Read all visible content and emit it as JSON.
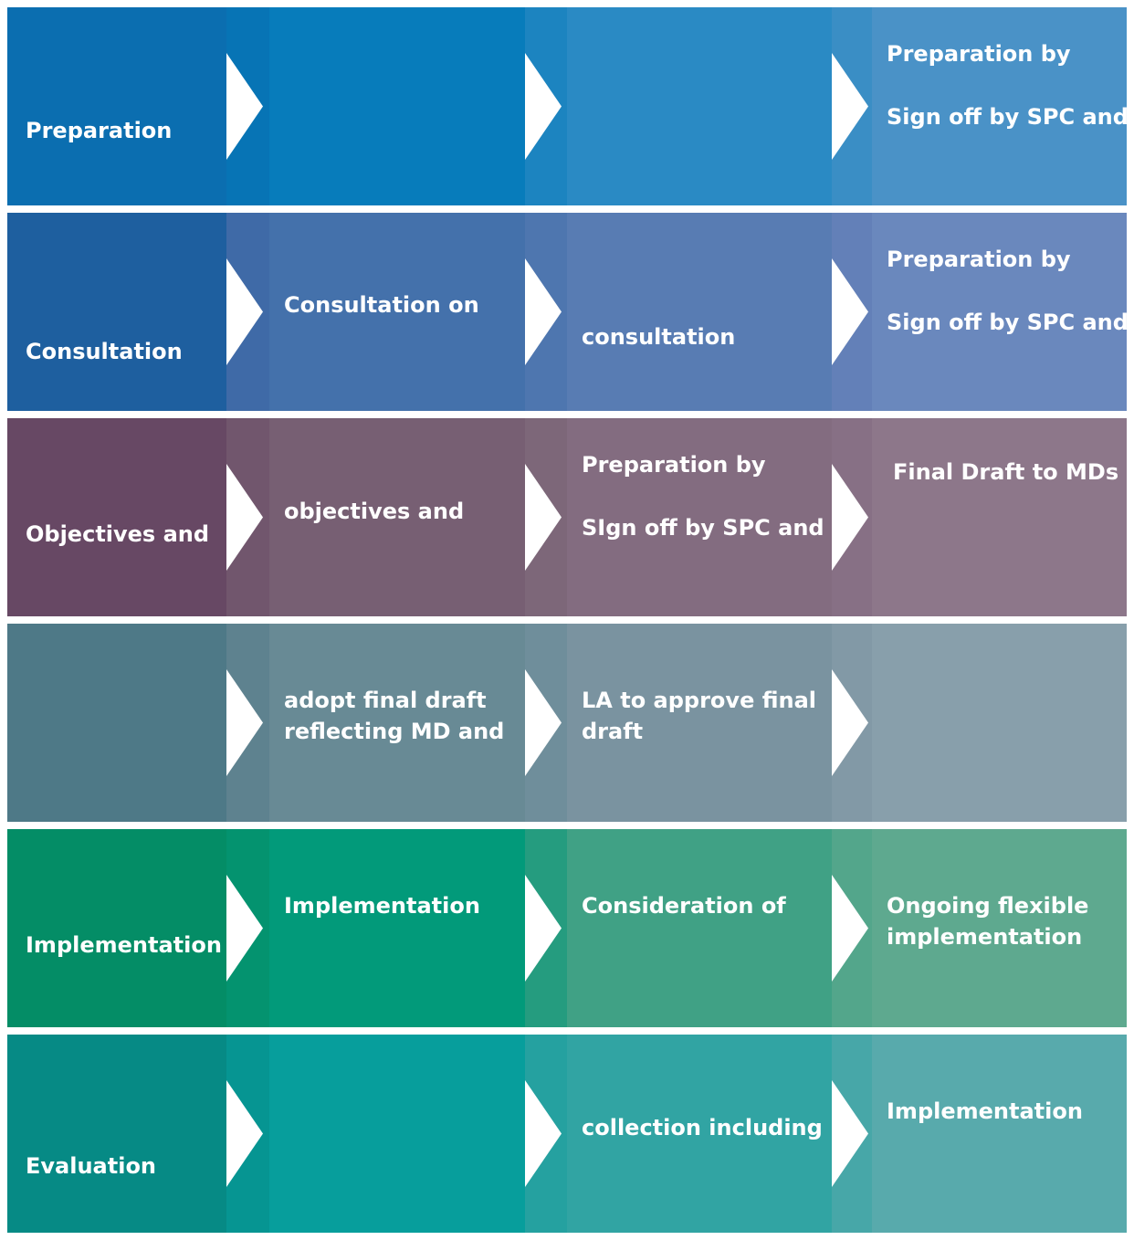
{
  "rows": [
    {
      "stage": "Preparation",
      "colors": [
        "#0b6eb0",
        "#077cbb",
        "#2a8ac4",
        "#4a92c7"
      ],
      "lanes": [
        "#0774b5",
        "#1c84c0",
        "#3a8ec5"
      ],
      "texts": {
        "c2": [],
        "c3": [],
        "c4": [
          "Preparation by",
          "Sign off by SPC and"
        ]
      }
    },
    {
      "stage": "Consultation",
      "colors": [
        "#1e5f9f",
        "#4471ab",
        "#587cb3",
        "#6a88bd"
      ],
      "lanes": [
        "#3f6aa7",
        "#4e76af",
        "#6380b8"
      ],
      "texts": {
        "c2": [
          "Consultation on"
        ],
        "c3": [
          "consultation"
        ],
        "c4": [
          "Preparation by",
          "Sign off by SPC and"
        ]
      }
    },
    {
      "stage": "Objectives and",
      "colors": [
        "#674864",
        "#775f73",
        "#836c80",
        "#8d778a"
      ],
      "lanes": [
        "#71566d",
        "#7d6779",
        "#877085"
      ],
      "texts": {
        "c2": [
          "objectives and"
        ],
        "c3": [
          "Preparation by",
          "SIgn off by SPC and"
        ],
        "c4": [
          "Final Draft to MDs"
        ]
      }
    },
    {
      "stage": "",
      "colors": [
        "#4e7987",
        "#688a95",
        "#7a93a0",
        "#889fab"
      ],
      "lanes": [
        "#5e828f",
        "#6f8e9b",
        "#8299a6"
      ],
      "texts": {
        "c2": [
          "adopt final draft",
          "reflecting MD and"
        ],
        "c3": [
          "LA to approve final",
          "draft"
        ],
        "c4": []
      }
    },
    {
      "stage": "Implementation",
      "colors": [
        "#048d66",
        "#029a7a",
        "#40a185",
        "#5ea98f"
      ],
      "lanes": [
        "#04936f",
        "#259c7f",
        "#53a68b"
      ],
      "texts": {
        "c2": [
          "Implementation"
        ],
        "c3": [
          "Consideration of"
        ],
        "c4": [
          "Ongoing flexible",
          "implementation"
        ]
      }
    },
    {
      "stage": "Evaluation",
      "colors": [
        "#068a85",
        "#079e9c",
        "#31a4a3",
        "#58aaac"
      ],
      "lanes": [
        "#069592",
        "#25a1a0",
        "#47a7a8"
      ],
      "texts": {
        "c2": [],
        "c3": [
          "collection including"
        ],
        "c4": [
          "Implementation"
        ]
      }
    }
  ]
}
